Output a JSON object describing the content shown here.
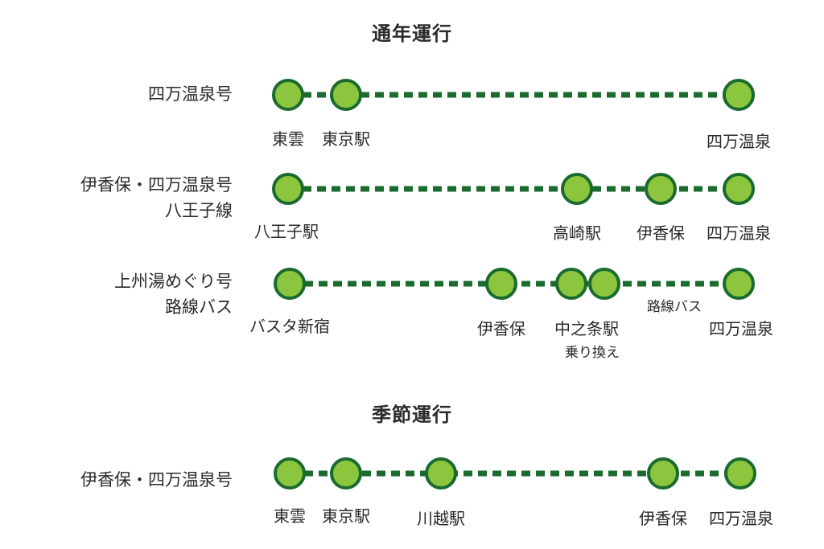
{
  "sections": {
    "year_round": "通年運行",
    "seasonal": "季節運行"
  },
  "routes": [
    {
      "name_lines": [
        "四万温泉号"
      ],
      "stations": [
        {
          "label": "東雲"
        },
        {
          "label": "東京駅"
        },
        {
          "label": "四万温泉"
        }
      ]
    },
    {
      "name_lines": [
        "伊香保・四万温泉号",
        "八王子線"
      ],
      "stations": [
        {
          "label": "八王子駅"
        },
        {
          "label": "高崎駅"
        },
        {
          "label": "伊香保"
        },
        {
          "label": "四万温泉"
        }
      ]
    },
    {
      "name_lines": [
        "上州湯めぐり号",
        "路線バス"
      ],
      "stations": [
        {
          "label": "バスタ新宿"
        },
        {
          "label": "伊香保"
        },
        {
          "label": "中之条駅",
          "note": "乗り換え"
        },
        {
          "label": "四万温泉"
        }
      ],
      "segment_label": "路線バス"
    },
    {
      "name_lines": [
        "伊香保・四万温泉号"
      ],
      "stations": [
        {
          "label": "東雲"
        },
        {
          "label": "東京駅"
        },
        {
          "label": "川越駅"
        },
        {
          "label": "伊香保"
        },
        {
          "label": "四万温泉"
        }
      ]
    }
  ],
  "colors": {
    "line": "#1a6b2e",
    "node_fill": "#8cc63f",
    "node_stroke": "#1a6b2e",
    "text": "#2a2a2a"
  }
}
